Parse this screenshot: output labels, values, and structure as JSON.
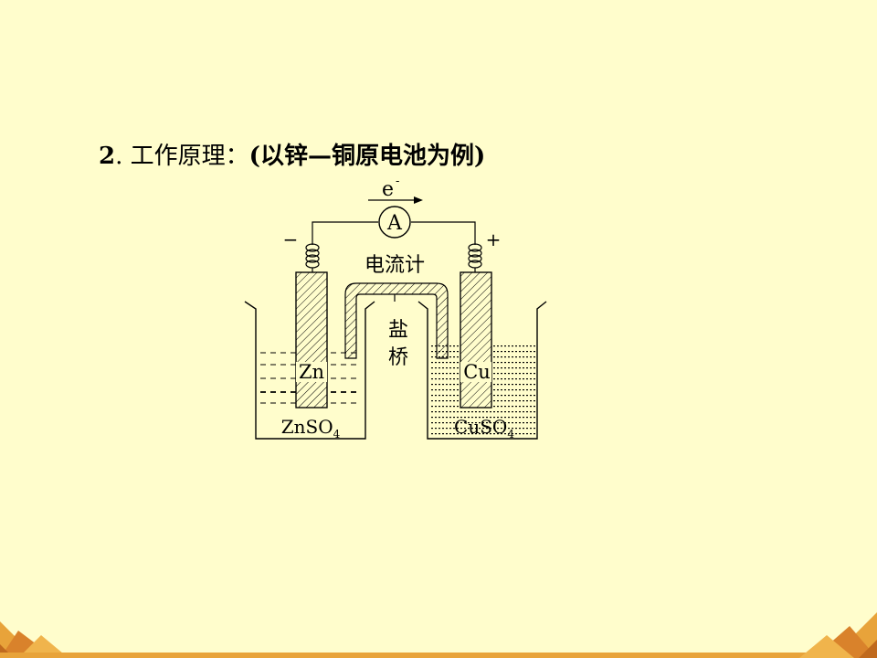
{
  "slide": {
    "heading_num": "2",
    "heading_sep": ".",
    "heading_text": "工作原理：",
    "heading_paren": "(以锌—铜原电池为例)"
  },
  "diagram": {
    "electron_label": "e",
    "electron_sup": "-",
    "meter_symbol": "A",
    "meter_caption": "电流计",
    "minus_sign": "−",
    "plus_sign": "+",
    "salt_bridge_char1": "盐",
    "salt_bridge_char2": "桥",
    "left_electrode": "Zn",
    "right_electrode": "Cu",
    "left_solution": "ZnSO",
    "right_solution": "CuSO",
    "subscript": "4"
  },
  "colors": {
    "background": "#FFFDCC",
    "footer_band": "#E8A33A",
    "footer_triangle": "#D9822B"
  }
}
